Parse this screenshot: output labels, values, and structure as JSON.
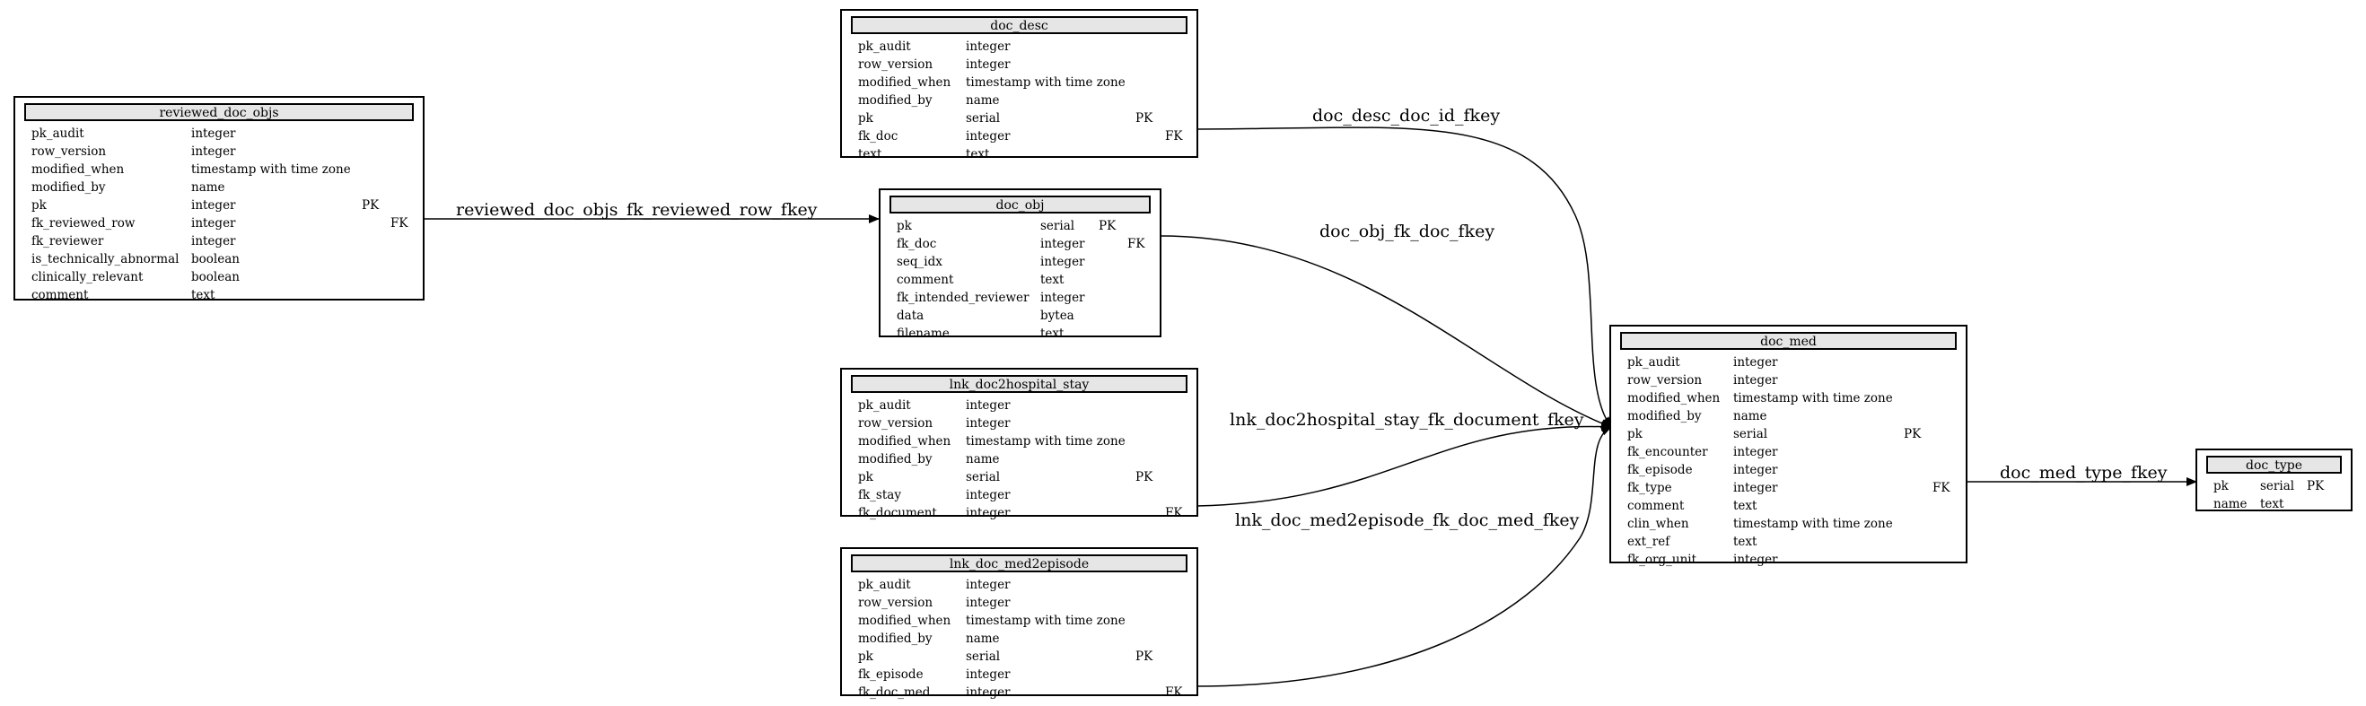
{
  "tables": {
    "reviewed_doc_objs": {
      "name": "reviewed_doc_objs",
      "columns": [
        {
          "name": "pk_audit",
          "type": "integer",
          "key": ""
        },
        {
          "name": "row_version",
          "type": "integer",
          "key": ""
        },
        {
          "name": "modified_when",
          "type": "timestamp with time zone",
          "key": ""
        },
        {
          "name": "modified_by",
          "type": "name",
          "key": ""
        },
        {
          "name": "pk",
          "type": "integer",
          "key": "PK"
        },
        {
          "name": "fk_reviewed_row",
          "type": "integer",
          "key": "FK"
        },
        {
          "name": "fk_reviewer",
          "type": "integer",
          "key": ""
        },
        {
          "name": "is_technically_abnormal",
          "type": "boolean",
          "key": ""
        },
        {
          "name": "clinically_relevant",
          "type": "boolean",
          "key": ""
        },
        {
          "name": "comment",
          "type": "text",
          "key": ""
        }
      ]
    },
    "doc_desc": {
      "name": "doc_desc",
      "columns": [
        {
          "name": "pk_audit",
          "type": "integer",
          "key": ""
        },
        {
          "name": "row_version",
          "type": "integer",
          "key": ""
        },
        {
          "name": "modified_when",
          "type": "timestamp with time zone",
          "key": ""
        },
        {
          "name": "modified_by",
          "type": "name",
          "key": ""
        },
        {
          "name": "pk",
          "type": "serial",
          "key": "PK"
        },
        {
          "name": "fk_doc",
          "type": "integer",
          "key": "FK"
        },
        {
          "name": "text",
          "type": "text",
          "key": ""
        }
      ]
    },
    "doc_obj": {
      "name": "doc_obj",
      "columns": [
        {
          "name": "pk",
          "type": "serial",
          "key": "PK"
        },
        {
          "name": "fk_doc",
          "type": "integer",
          "key": "FK"
        },
        {
          "name": "seq_idx",
          "type": "integer",
          "key": ""
        },
        {
          "name": "comment",
          "type": "text",
          "key": ""
        },
        {
          "name": "fk_intended_reviewer",
          "type": "integer",
          "key": ""
        },
        {
          "name": "data",
          "type": "bytea",
          "key": ""
        },
        {
          "name": "filename",
          "type": "text",
          "key": ""
        }
      ]
    },
    "lnk_doc2hospital_stay": {
      "name": "lnk_doc2hospital_stay",
      "columns": [
        {
          "name": "pk_audit",
          "type": "integer",
          "key": ""
        },
        {
          "name": "row_version",
          "type": "integer",
          "key": ""
        },
        {
          "name": "modified_when",
          "type": "timestamp with time zone",
          "key": ""
        },
        {
          "name": "modified_by",
          "type": "name",
          "key": ""
        },
        {
          "name": "pk",
          "type": "serial",
          "key": "PK"
        },
        {
          "name": "fk_stay",
          "type": "integer",
          "key": ""
        },
        {
          "name": "fk_document",
          "type": "integer",
          "key": "FK"
        }
      ]
    },
    "lnk_doc_med2episode": {
      "name": "lnk_doc_med2episode",
      "columns": [
        {
          "name": "pk_audit",
          "type": "integer",
          "key": ""
        },
        {
          "name": "row_version",
          "type": "integer",
          "key": ""
        },
        {
          "name": "modified_when",
          "type": "timestamp with time zone",
          "key": ""
        },
        {
          "name": "modified_by",
          "type": "name",
          "key": ""
        },
        {
          "name": "pk",
          "type": "serial",
          "key": "PK"
        },
        {
          "name": "fk_episode",
          "type": "integer",
          "key": ""
        },
        {
          "name": "fk_doc_med",
          "type": "integer",
          "key": "FK"
        }
      ]
    },
    "doc_med": {
      "name": "doc_med",
      "columns": [
        {
          "name": "pk_audit",
          "type": "integer",
          "key": ""
        },
        {
          "name": "row_version",
          "type": "integer",
          "key": ""
        },
        {
          "name": "modified_when",
          "type": "timestamp with time zone",
          "key": ""
        },
        {
          "name": "modified_by",
          "type": "name",
          "key": ""
        },
        {
          "name": "pk",
          "type": "serial",
          "key": "PK"
        },
        {
          "name": "fk_encounter",
          "type": "integer",
          "key": ""
        },
        {
          "name": "fk_episode",
          "type": "integer",
          "key": ""
        },
        {
          "name": "fk_type",
          "type": "integer",
          "key": "FK"
        },
        {
          "name": "comment",
          "type": "text",
          "key": ""
        },
        {
          "name": "clin_when",
          "type": "timestamp with time zone",
          "key": ""
        },
        {
          "name": "ext_ref",
          "type": "text",
          "key": ""
        },
        {
          "name": "fk_org_unit",
          "type": "integer",
          "key": ""
        }
      ]
    },
    "doc_type": {
      "name": "doc_type",
      "columns": [
        {
          "name": "pk",
          "type": "serial",
          "key": "PK"
        },
        {
          "name": "name",
          "type": "text",
          "key": ""
        }
      ]
    }
  },
  "edges": [
    {
      "label": "reviewed_doc_objs_fk_reviewed_row_fkey",
      "from": "reviewed_doc_objs",
      "to": "doc_obj"
    },
    {
      "label": "doc_desc_doc_id_fkey",
      "from": "doc_desc",
      "to": "doc_med"
    },
    {
      "label": "doc_obj_fk_doc_fkey",
      "from": "doc_obj",
      "to": "doc_med"
    },
    {
      "label": "lnk_doc2hospital_stay_fk_document_fkey",
      "from": "lnk_doc2hospital_stay",
      "to": "doc_med"
    },
    {
      "label": "lnk_doc_med2episode_fk_doc_med_fkey",
      "from": "lnk_doc_med2episode",
      "to": "doc_med"
    },
    {
      "label": "doc_med_type_fkey",
      "from": "doc_med",
      "to": "doc_type"
    }
  ]
}
